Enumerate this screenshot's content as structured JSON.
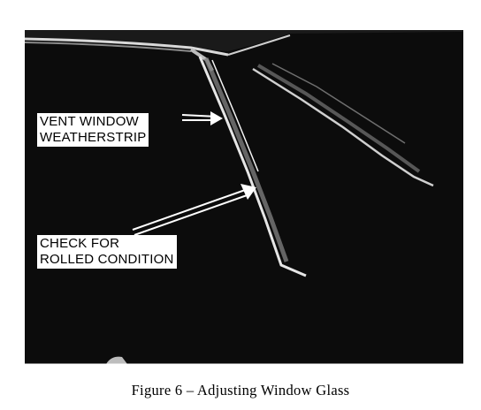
{
  "figure": {
    "callouts": {
      "vent_window_weatherstrip": {
        "line1": "VENT WINDOW",
        "line2": "WEATHERSTRIP"
      },
      "check_rolled_condition": {
        "line1": "CHECK FOR",
        "line2": "ROLLED CONDITION"
      }
    },
    "caption": "Figure 6 – Adjusting Window Glass"
  }
}
